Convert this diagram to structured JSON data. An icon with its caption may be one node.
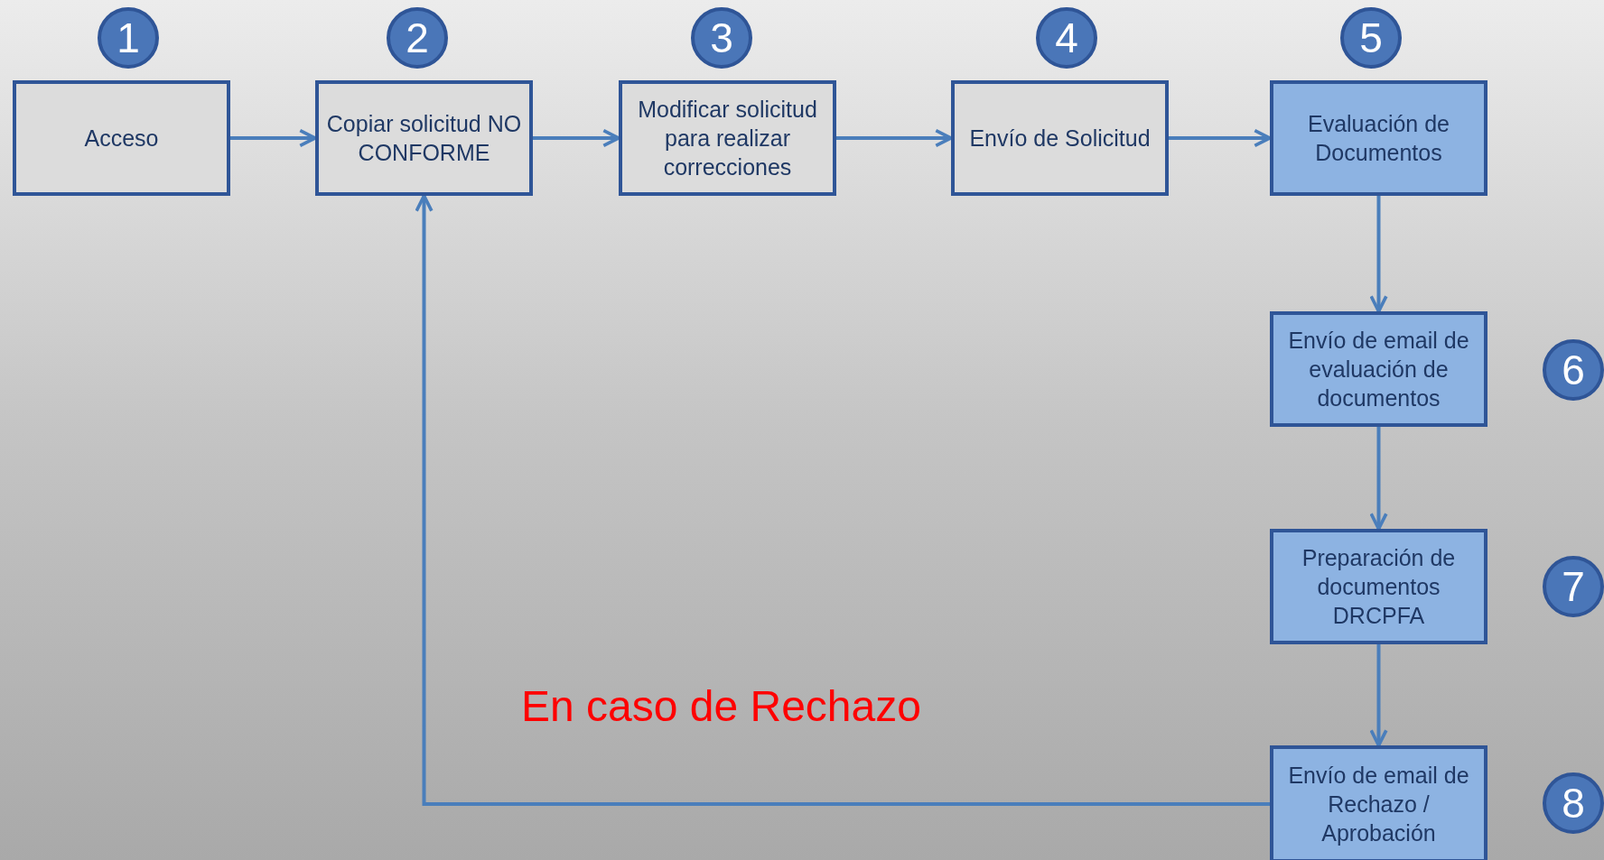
{
  "diagram": {
    "nodes": [
      {
        "text": [
          "1"
        ]
      },
      {
        "text": [
          "2"
        ]
      },
      {
        "text": [
          "3"
        ]
      },
      {
        "text": [
          "4"
        ]
      },
      {
        "text": [
          "5"
        ]
      },
      {
        "text": [
          "Acceso"
        ]
      },
      {
        "text": [
          "Copiar solicitud NO CONFORME"
        ]
      },
      {
        "text": [
          "Modificar solicitud para realizar correcciones"
        ]
      },
      {
        "text": [
          "Envío de Solicitud"
        ]
      },
      {
        "text": [
          "Evaluación de Documentos"
        ]
      },
      {
        "text": [
          "Envío de email de evaluación de documentos"
        ]
      },
      {
        "text": [
          "6"
        ]
      },
      {
        "text": [
          "Preparación de documentos DRCPFA"
        ]
      },
      {
        "text": [
          "7"
        ]
      },
      {
        "text": [
          "Envío de email de Rechazo / Aprobación"
        ]
      },
      {
        "text": [
          "8"
        ]
      }
    ],
    "edges": [
      {
        "from": 5,
        "to": 6,
        "arrow": "to"
      },
      {
        "from": 6,
        "to": 7,
        "arrow": "to"
      },
      {
        "from": 7,
        "to": 8,
        "arrow": "to"
      },
      {
        "from": 8,
        "to": 9,
        "arrow": "to"
      },
      {
        "from": 9,
        "to": 10,
        "arrow": "to"
      },
      {
        "from": 10,
        "to": 12,
        "arrow": "to"
      },
      {
        "from": 12,
        "to": 14,
        "arrow": "to"
      },
      {
        "from": 14,
        "to": 6,
        "arrow": "to"
      }
    ],
    "labels": [
      "En caso de Rechazo"
    ]
  }
}
